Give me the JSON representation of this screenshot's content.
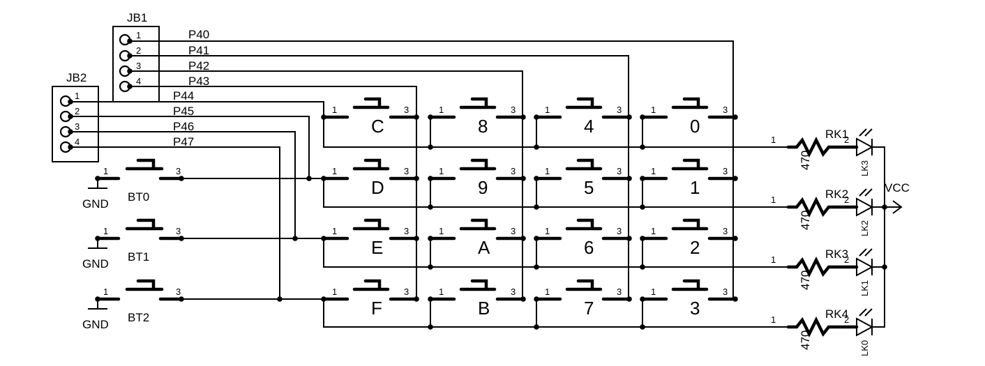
{
  "jb1": {
    "ref": "JB1",
    "pins": [
      "1",
      "2",
      "3",
      "4"
    ],
    "nets": [
      "P40",
      "P41",
      "P42",
      "P43"
    ]
  },
  "jb2": {
    "ref": "JB2",
    "pins": [
      "1",
      "2",
      "3",
      "4"
    ],
    "nets": [
      "P44",
      "P45",
      "P46",
      "P47"
    ]
  },
  "keys": [
    [
      "C",
      "8",
      "4",
      "0"
    ],
    [
      "D",
      "9",
      "5",
      "1"
    ],
    [
      "E",
      "A",
      "6",
      "2"
    ],
    [
      "F",
      "B",
      "7",
      "3"
    ]
  ],
  "switch_pins": {
    "left": "1",
    "right": "3"
  },
  "side_buttons": [
    {
      "name": "BT0",
      "gnd": "GND"
    },
    {
      "name": "BT1",
      "gnd": "GND"
    },
    {
      "name": "BT2",
      "gnd": "GND"
    }
  ],
  "led_rows": [
    {
      "res": "RK1",
      "value": "470",
      "led": "LK3",
      "pin1": "1",
      "pin2": "2"
    },
    {
      "res": "RK2",
      "value": "470",
      "led": "LK2",
      "pin1": "1",
      "pin2": "2"
    },
    {
      "res": "RK3",
      "value": "470",
      "led": "LK1",
      "pin1": "1",
      "pin2": "2"
    },
    {
      "res": "RK4",
      "value": "470",
      "led": "LK0",
      "pin1": "1",
      "pin2": "2"
    }
  ],
  "vcc": "VCC"
}
